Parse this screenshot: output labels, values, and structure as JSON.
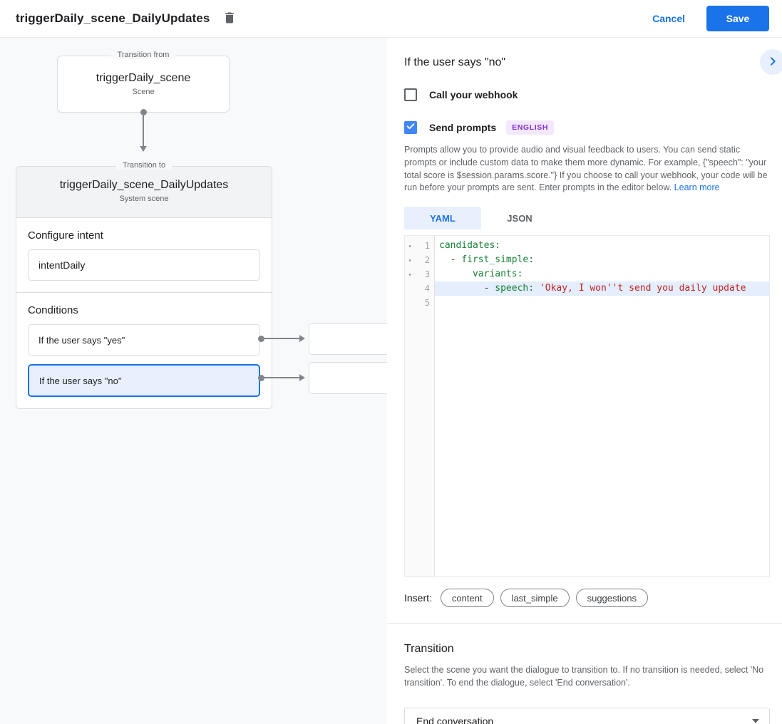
{
  "colors": {
    "accent": "#1a73e8",
    "accent_light": "#e8f0fe",
    "checkbox_checked": "#4285f4",
    "badge_bg": "#f3e8fd",
    "badge_text": "#8430ce",
    "code_key": "#188038",
    "code_string": "#c5221f",
    "connector": "#80868b"
  },
  "icons": {
    "fold": "▾"
  },
  "topbar": {
    "title": "triggerDaily_scene_DailyUpdates",
    "cancel_label": "Cancel",
    "save_label": "Save"
  },
  "canvas": {
    "from_node": {
      "legend": "Transition from",
      "title": "triggerDaily_scene",
      "type": "Scene"
    },
    "to_node": {
      "legend": "Transition to",
      "title": "triggerDaily_scene_DailyUpdates",
      "type": "System scene",
      "intent_section": {
        "label": "Configure intent",
        "value": "intentDaily"
      },
      "conditions_section": {
        "label": "Conditions",
        "items": [
          {
            "label": "If the user says \"yes\""
          },
          {
            "label": "If the user says \"no\""
          }
        ]
      }
    }
  },
  "panel": {
    "title": "If the user says \"no\"",
    "webhook_label": "Call your webhook",
    "send_prompts_label": "Send prompts",
    "language_badge": "ENGLISH",
    "description": "Prompts allow you to provide audio and visual feedback to users. You can send static prompts or include custom data to make them more dynamic. For example, {\"speech\": \"your total score is $session.params.score.\"} If you choose to call your webhook, your code will be run before your prompts are sent. Enter prompts in the editor below. ",
    "learn_more_label": "Learn more",
    "tabs": {
      "yaml": "YAML",
      "json": "JSON"
    },
    "editor": {
      "line_numbers": [
        "1",
        "2",
        "3",
        "4",
        "5"
      ],
      "code": {
        "line1_key": "candidates:",
        "line2_plain": "  - ",
        "line2_key": "first_simple:",
        "line3_plain": "      ",
        "line3_key": "variants:",
        "line4_plain": "        - ",
        "line4_key": "speech: ",
        "line4_string": "'Okay, I won''t send you daily update"
      }
    },
    "insert_label": "Insert:",
    "chips": [
      "content",
      "last_simple",
      "suggestions"
    ],
    "transition": {
      "title": "Transition",
      "description": "Select the scene you want the dialogue to transition to. If no transition is needed, select 'No transition'. To end the dialogue, select 'End conversation'.",
      "selected_value": "End conversation"
    }
  }
}
